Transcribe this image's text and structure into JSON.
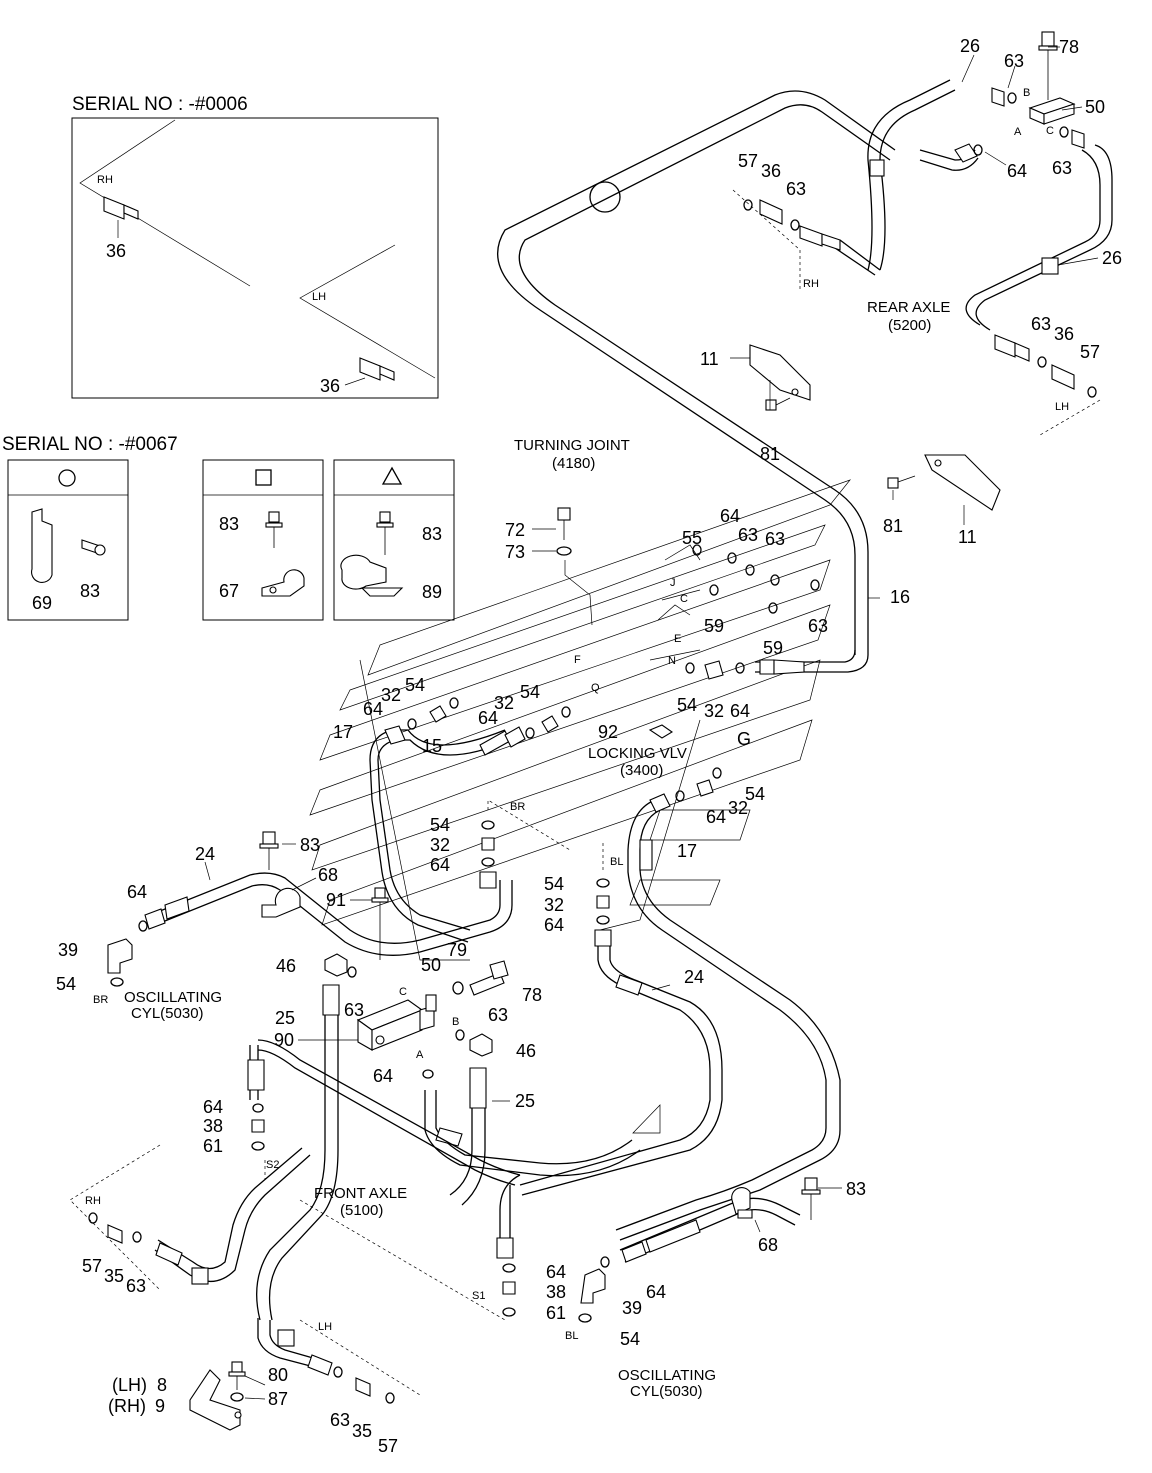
{
  "serials": {
    "top": "SERIAL NO : -#0006",
    "mid": "SERIAL NO : -#0067"
  },
  "inset_top": {
    "rh": "RH",
    "lh": "LH",
    "part_a": "36",
    "part_b": "36"
  },
  "legend": {
    "circle_panel": {
      "part_clip": "69",
      "part_bolt": "83"
    },
    "square_panel": {
      "part_bolt": "83",
      "part_clip": "67"
    },
    "triangle_panel": {
      "part_bolt": "83",
      "part_clip": "89"
    }
  },
  "labels": {
    "turning_joint": "TURNING JOINT",
    "turning_joint_code": "(4180)",
    "rear_axle": "REAR AXLE",
    "rear_axle_code": "(5200)",
    "locking_vlv": "LOCKING VLV",
    "locking_vlv_code": "(3400)",
    "front_axle": "FRONT AXLE",
    "front_axle_code": "(5100)",
    "osc_cyl_left_1": "OSCILLATING",
    "osc_cyl_left_2": "CYL(5030)",
    "osc_cyl_right_1": "OSCILLATING",
    "osc_cyl_right_2": "CYL(5030)",
    "lh_bracket": "(LH)",
    "rh_bracket": "(RH)"
  },
  "ports": {
    "rh_rear": "RH",
    "lh_rear": "LH",
    "rh_front": "RH",
    "lh_front": "LH",
    "br_tj": "BR",
    "bl_tj": "BL",
    "br_osc": "BR",
    "bl_osc": "BL",
    "s1": "S1",
    "s2": "S2",
    "a_top": "A",
    "b_top": "B",
    "c_top": "C",
    "a_mid": "A",
    "b_mid": "B",
    "c_mid": "C",
    "j": "J",
    "c_tj": "C",
    "e_tj": "E",
    "n_tj": "N",
    "f_tj": "F",
    "q_tj": "Q",
    "g_tj": "G"
  },
  "callouts": [
    "26",
    "63",
    "78",
    "50",
    "64",
    "63",
    "26",
    "57",
    "36",
    "63",
    "63",
    "36",
    "57",
    "11",
    "81",
    "81",
    "11",
    "16",
    "72",
    "73",
    "64",
    "55",
    "63",
    "63",
    "59",
    "59",
    "63",
    "54",
    "32",
    "64",
    "32",
    "54",
    "64",
    "17",
    "15",
    "54",
    "32",
    "64",
    "92",
    "54",
    "32",
    "64",
    "17",
    "54",
    "32",
    "64",
    "54",
    "32",
    "64",
    "24",
    "83",
    "68",
    "64",
    "91",
    "39",
    "54",
    "79",
    "50",
    "46",
    "63",
    "78",
    "25",
    "63",
    "90",
    "46",
    "64",
    "25",
    "24",
    "64",
    "38",
    "61",
    "57",
    "35",
    "63",
    "64",
    "38",
    "61",
    "39",
    "64",
    "54",
    "83",
    "68",
    "80",
    "8",
    "87",
    "9",
    "63",
    "35",
    "57"
  ]
}
